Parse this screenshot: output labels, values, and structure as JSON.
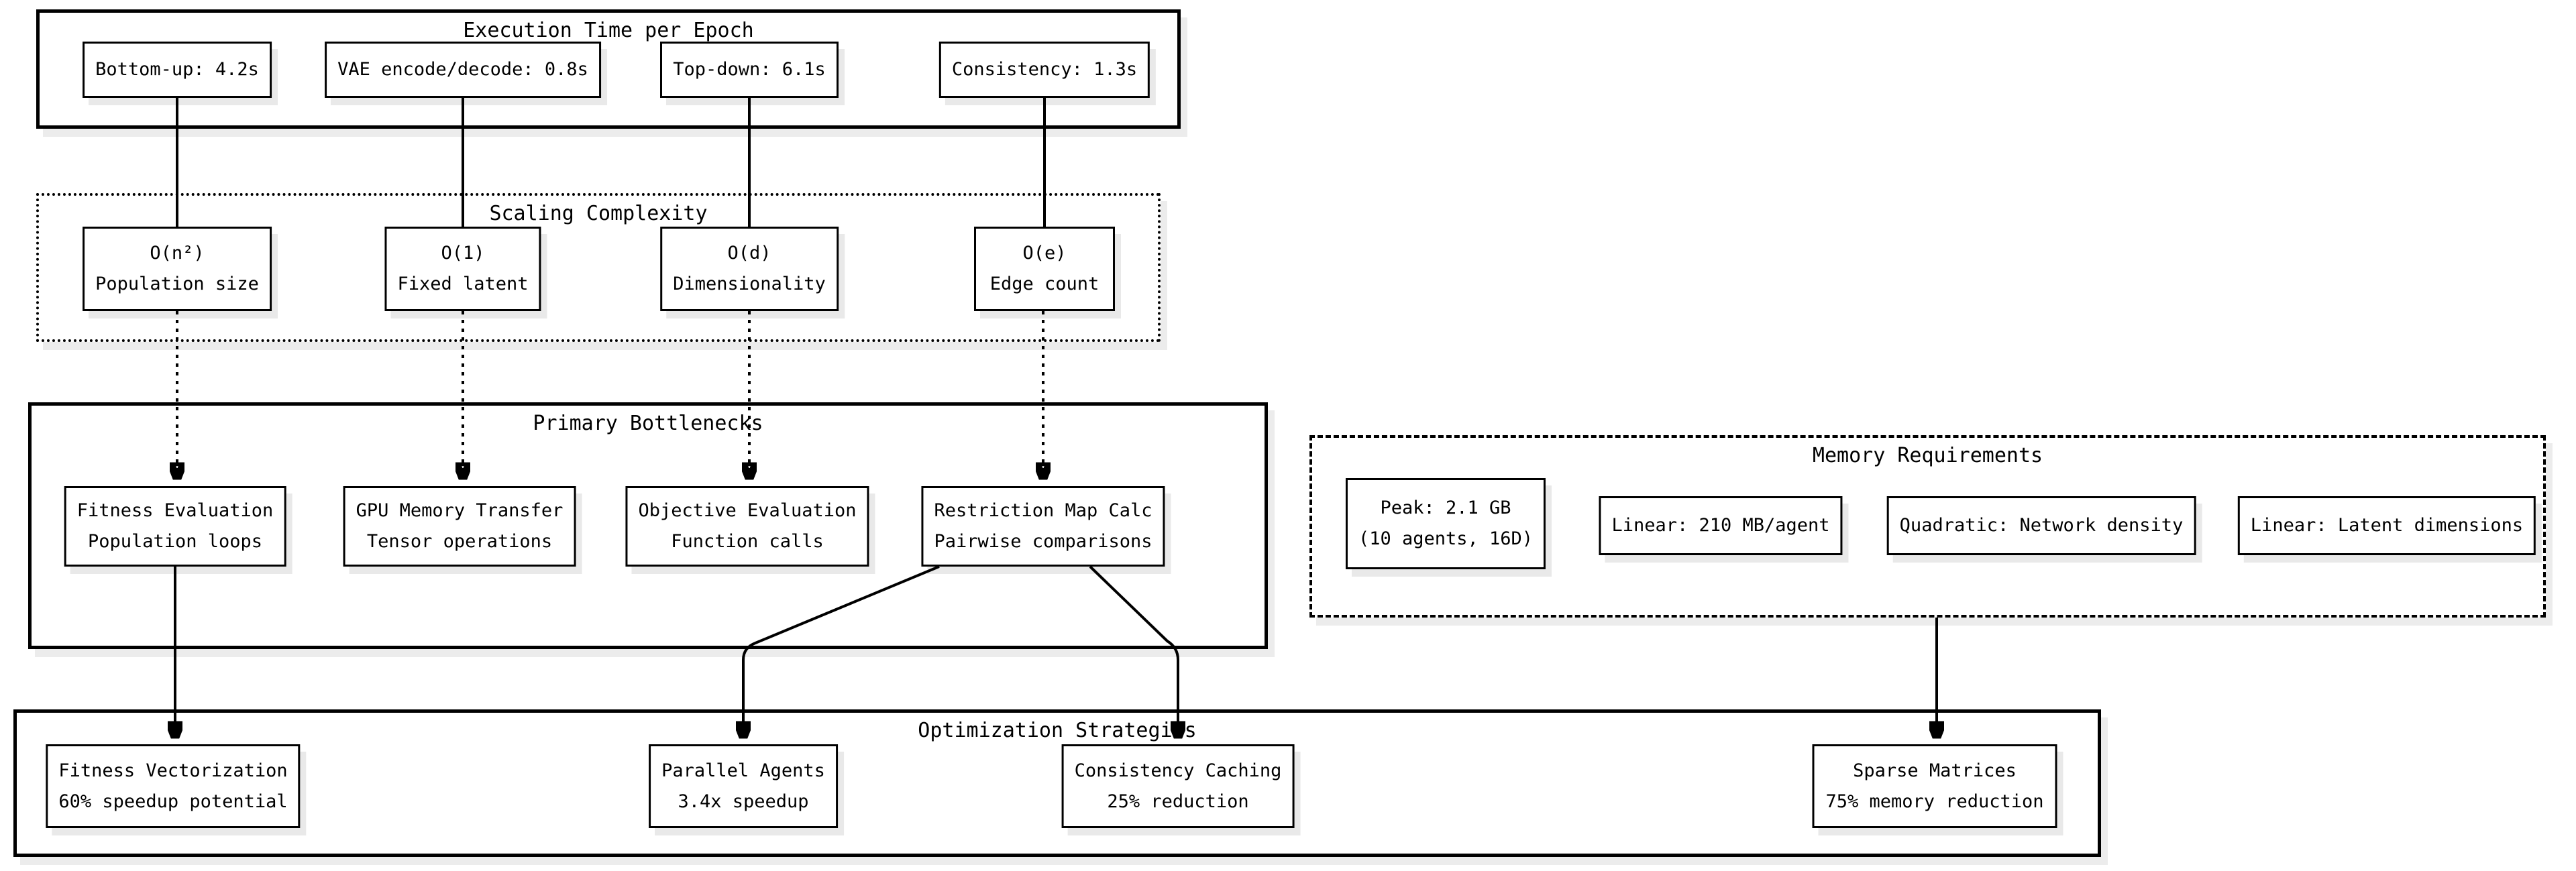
{
  "colors": {
    "ink": "#000000",
    "paper": "#ffffff",
    "shadow": "#ececec"
  },
  "groups": {
    "execution": {
      "title": "Execution Time per Epoch",
      "nodes": {
        "bottom_up": {
          "label": "Bottom-up: 4.2s"
        },
        "vae": {
          "label": "VAE encode/decode: 0.8s"
        },
        "top_down": {
          "label": "Top-down: 6.1s"
        },
        "consistency": {
          "label": "Consistency: 1.3s"
        }
      }
    },
    "scaling": {
      "title": "Scaling Complexity",
      "nodes": {
        "population": {
          "line1": "O(n²)",
          "line2": "Population size"
        },
        "fixed_latent": {
          "line1": "O(1)",
          "line2": "Fixed latent"
        },
        "dimensionality": {
          "line1": "O(d)",
          "line2": "Dimensionality"
        },
        "edge_count": {
          "line1": "O(e)",
          "line2": "Edge count"
        }
      }
    },
    "bottlenecks": {
      "title": "Primary Bottlenecks",
      "nodes": {
        "fitness": {
          "line1": "Fitness Evaluation",
          "line2": "Population loops"
        },
        "gpu": {
          "line1": "GPU Memory Transfer",
          "line2": "Tensor operations"
        },
        "objective": {
          "line1": "Objective Evaluation",
          "line2": "Function calls"
        },
        "restriction": {
          "line1": "Restriction Map Calc",
          "line2": "Pairwise comparisons"
        }
      }
    },
    "memory": {
      "title": "Memory Requirements",
      "nodes": {
        "peak": {
          "line1": "Peak: 2.1 GB",
          "line2": "(10 agents, 16D)"
        },
        "linear_agent": {
          "label": "Linear: 210 MB/agent"
        },
        "quadratic": {
          "label": "Quadratic: Network density"
        },
        "linear_latent": {
          "label": "Linear: Latent dimensions"
        }
      }
    },
    "optimization": {
      "title": "Optimization Strategies",
      "nodes": {
        "vectorization": {
          "line1": "Fitness Vectorization",
          "line2": "60% speedup potential"
        },
        "parallel": {
          "line1": "Parallel Agents",
          "line2": "3.4x speedup"
        },
        "caching": {
          "line1": "Consistency Caching",
          "line2": "25% reduction"
        },
        "sparse": {
          "line1": "Sparse Matrices",
          "line2": "75% memory reduction"
        }
      }
    }
  }
}
